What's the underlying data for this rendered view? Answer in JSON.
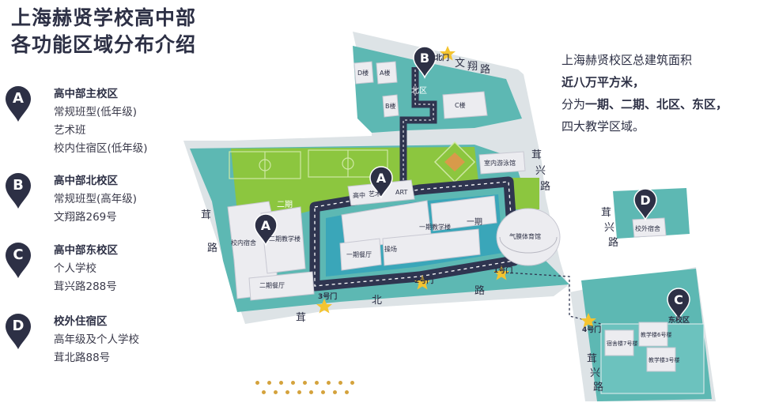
{
  "title": {
    "line1": "上海赫贤学校高中部",
    "line2": "各功能区域分布介绍"
  },
  "legend": [
    {
      "letter": "A",
      "heading": "高中部主校区",
      "lines": [
        "常规班型(低年级)",
        "艺术班",
        "校内住宿区(低年级)"
      ]
    },
    {
      "letter": "B",
      "heading": "高中部北校区",
      "lines": [
        "常规班型(高年级)",
        "文翔路269号"
      ]
    },
    {
      "letter": "C",
      "heading": "高中部东校区",
      "lines": [
        "个人学校",
        "茸兴路288号"
      ]
    },
    {
      "letter": "D",
      "heading": "校外住宿区",
      "lines": [
        "高年级及个人学校",
        "茸北路88号"
      ]
    }
  ],
  "description": {
    "line1": "上海赫贤校区总建筑面积",
    "line2": "近八万平方米，",
    "line3_prefix": "分为",
    "line3_bold": "一期、二期、北区、东区，",
    "line4": "四大教学区域。"
  },
  "map": {
    "roads": {
      "wenxiang_1": "文",
      "wenxiang_2": "翔",
      "wenxiang_3": "路",
      "rongbei_1": "茸",
      "rongbei_2": "北",
      "rongbei_3": "路",
      "rongxing_1": "茸",
      "rongxing_2": "兴",
      "rongxing_3": "路",
      "rongxing_4": "茸",
      "rongxing_5": "兴",
      "rongxing_6": "路",
      "rongxing_7": "茸",
      "rongxing_8": "兴",
      "rongxing_9": "路",
      "rongdong_1": "茸",
      "rongdong_2": "路"
    },
    "gates": {
      "gate1": "1号门",
      "gate2": "2号门",
      "gate3": "3号门",
      "gate4": "4号门",
      "gate_north": "北门",
      "gate_east": "东校区"
    },
    "zones": {
      "north": "北区",
      "phase1": "一期",
      "phase2": "二期"
    },
    "buildings": {
      "d_bldg": "D楼",
      "a_bldg": "A楼",
      "b_bldg": "B楼",
      "c_bldg": "C楼",
      "pool": "室内游泳馆",
      "gao_zhong": "高中",
      "yi_shu": "艺术",
      "art": "ART",
      "dorm_phase2": "校内宿舍",
      "teach_phase2": "二期教学楼",
      "canteen_phase2": "二期餐厅",
      "teach_phase1": "一期教学楼",
      "canteen_phase1": "一期餐厅",
      "playground": "操场",
      "gym": "气膜体育馆",
      "offsite_dorm": "校外宿舍",
      "dorm7": "宿舍楼7号楼",
      "teach6": "教学楼6号楼",
      "teach3": "教学楼3号楼",
      "east_campus": "东校区"
    },
    "pins": [
      "A",
      "A",
      "B",
      "C",
      "D"
    ],
    "colors": {
      "campus": "#5db8b3",
      "field": "#8cc63f",
      "road_bg": "#dde3e6",
      "path": "#2f3550",
      "pin": "#2d3045",
      "star": "#f4c430"
    }
  }
}
